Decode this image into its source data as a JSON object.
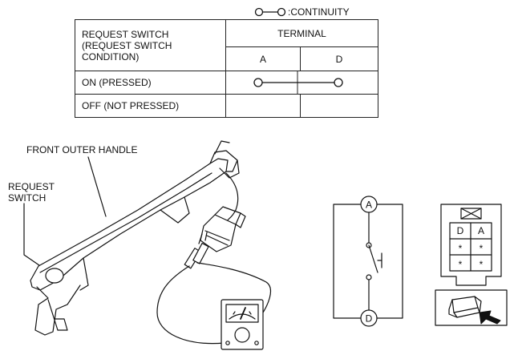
{
  "legend": {
    "text": ":CONTINUITY"
  },
  "table": {
    "row_header": "REQUEST SWITCH (REQUEST SWITCH CONDITION)",
    "row_header_lines": [
      "REQUEST SWITCH",
      "(REQUEST SWITCH",
      "CONDITION)"
    ],
    "terminal_header": "TERMINAL",
    "terminals": [
      "A",
      "D"
    ],
    "rows": [
      {
        "condition": "ON (PRESSED)",
        "continuity": true
      },
      {
        "condition": "OFF (NOT PRESSED)",
        "continuity": false
      }
    ]
  },
  "labels": {
    "front_outer_handle": "FRONT OUTER HANDLE",
    "request_switch_line1": "REQUEST",
    "request_switch_line2": "SWITCH"
  },
  "circuit": {
    "top_terminal": "A",
    "bottom_terminal": "D"
  },
  "connector": {
    "pins": [
      "D",
      "A",
      "*",
      "*",
      "*",
      "*"
    ]
  },
  "colors": {
    "line": "#111111",
    "fill": "#ffffff"
  }
}
